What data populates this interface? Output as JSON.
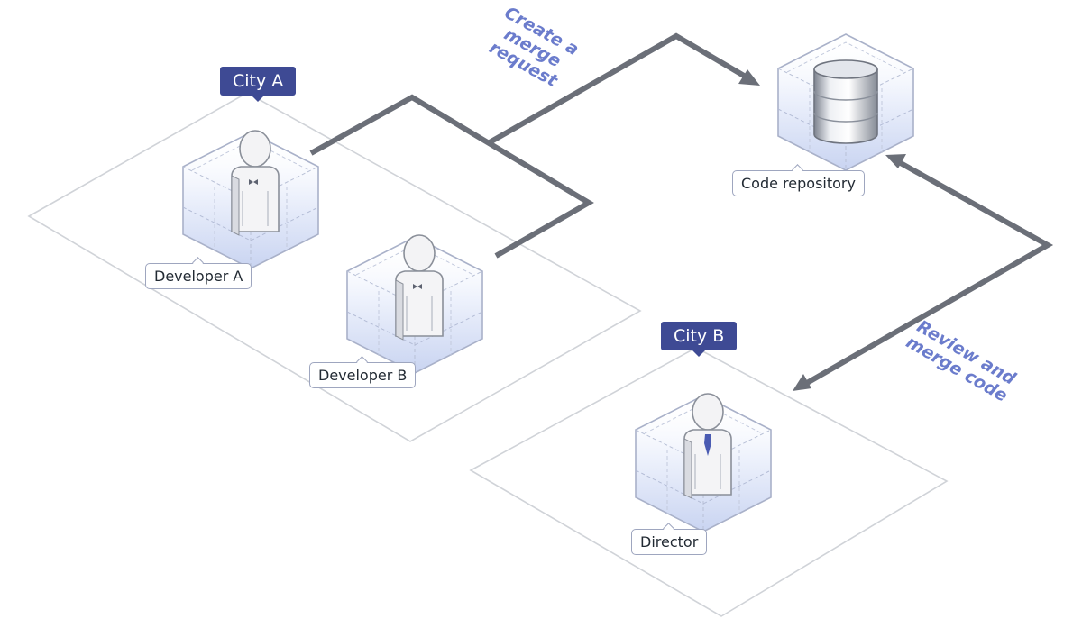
{
  "regions": {
    "city_a": "City A",
    "city_b": "City B"
  },
  "nodes": {
    "developer_a": "Developer A",
    "developer_b": "Developer B",
    "director": "Director",
    "code_repository": "Code repository"
  },
  "flows": {
    "create_merge_request": [
      "Create a",
      "merge",
      "request"
    ],
    "review_and_merge": [
      "Review and",
      "merge code"
    ]
  },
  "colors": {
    "region_label_bg": "#3e4a94",
    "flow_text": "#6b7ccc",
    "connector": "#6b6f78",
    "node_fill": "#dfe6f8"
  }
}
